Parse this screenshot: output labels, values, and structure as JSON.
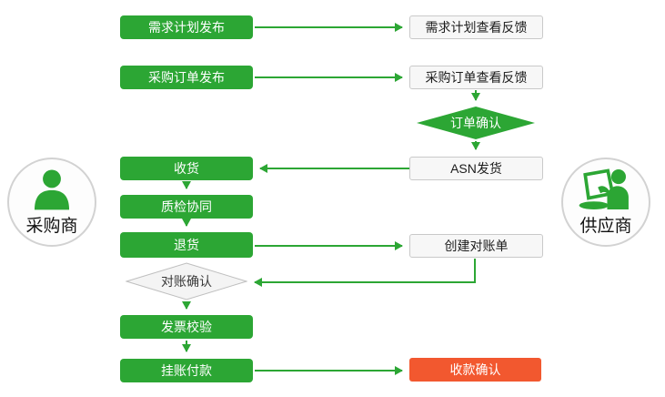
{
  "palette": {
    "green": "#2CA634",
    "red": "#F2582F",
    "white_box_fill": "#f7f7f7",
    "gray_border": "#c9c9c9",
    "diamond_gray_fill": "#f4f4f4"
  },
  "actors": {
    "buyer": {
      "label": "采购商",
      "icon": "person-bust-icon"
    },
    "supplier": {
      "label": "供应商",
      "icon": "person-with-laptop-icon"
    }
  },
  "flow": {
    "demand_publish": "需求计划发布",
    "demand_feedback": "需求计划查看反馈",
    "po_publish": "采购订单发布",
    "po_feedback": "采购订单查看反馈",
    "order_confirm": "订单确认",
    "receive": "收货",
    "asn_ship": "ASN发货",
    "quality_check": "质检协同",
    "return_goods": "退货",
    "create_statement": "创建对账单",
    "recon_confirm": "对账确认",
    "invoice_verify": "发票校验",
    "payment": "挂账付款",
    "receipt_confirm": "收款确认"
  },
  "edges": [
    {
      "from": "需求计划发布",
      "to": "需求计划查看反馈"
    },
    {
      "from": "采购订单发布",
      "to": "采购订单查看反馈"
    },
    {
      "from": "采购订单查看反馈",
      "to": "订单确认"
    },
    {
      "from": "订单确认",
      "to": "ASN发货"
    },
    {
      "from": "ASN发货",
      "to": "收货"
    },
    {
      "from": "收货",
      "to": "质检协同"
    },
    {
      "from": "质检协同",
      "to": "退货"
    },
    {
      "from": "退货",
      "to": "创建对账单"
    },
    {
      "from": "创建对账单",
      "to": "对账确认"
    },
    {
      "from": "对账确认",
      "to": "发票校验"
    },
    {
      "from": "发票校验",
      "to": "挂账付款"
    },
    {
      "from": "挂账付款",
      "to": "收款确认"
    }
  ]
}
